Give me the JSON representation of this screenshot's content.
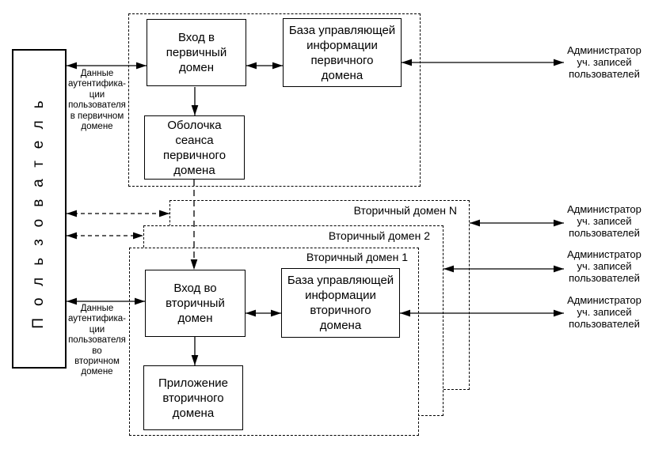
{
  "user": {
    "label": "Пользователь"
  },
  "primary_domain": {
    "login": "Вход в\nпервичный\nдомен",
    "mib": "База управляющей\nинформации\nпервичного\nдомена",
    "shell": "Оболочка\nсеанса\nпервичного\nдомена"
  },
  "secondary_domains": {
    "domain_n_label": "Вторичный домен N",
    "domain_2_label": "Вторичный домен 2",
    "domain_1_label": "Вторичный домен 1",
    "login": "Вход во\nвторичный\nдомен",
    "mib": "База управляющей\nинформации\nвторичного\nдомена",
    "app": "Приложение\nвторичного\nдомена"
  },
  "notes": {
    "auth_primary": "Данные\nаутентифика-\nции\nпользователя\nв первичном\nдомене",
    "auth_secondary": "Данные\nаутентифика-\nции\nпользователя\nво\nвторичном\nдомене"
  },
  "admins": [
    {
      "label": "Администратор\nуч. записей\nпользователей"
    },
    {
      "label": "Администратор\nуч. записей\nпользователей"
    },
    {
      "label": "Администратор\nуч. записей\nпользователей"
    },
    {
      "label": "Администратор\nуч. записей\nпользователей"
    }
  ],
  "colors": {
    "line": "#000000",
    "background": "#ffffff"
  }
}
